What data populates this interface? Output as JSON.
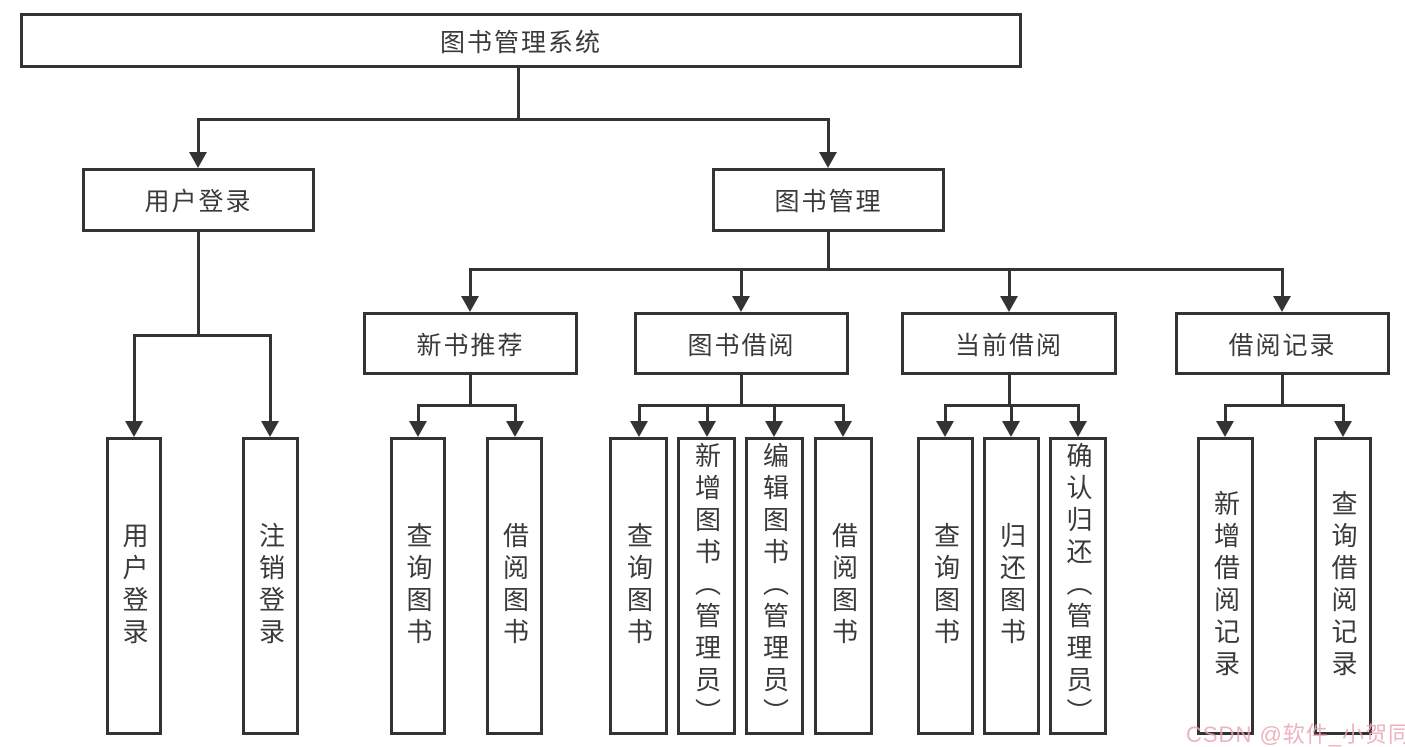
{
  "diagram": {
    "type": "hierarchy-diagram",
    "nodes": {
      "root": "图书管理系统",
      "user_login": "用户登录",
      "book_management": "图书管理",
      "new_book_recommend": "新书推荐",
      "book_borrow": "图书借阅",
      "current_borrow": "当前借阅",
      "borrow_record": "借阅记录",
      "leaf_user_login": "用户登录",
      "leaf_logout": "注销登录",
      "leaf_query_book_a": "查询图书",
      "leaf_borrow_book_a": "借阅图书",
      "leaf_query_book_b": "查询图书",
      "leaf_add_book_admin": "新增图书（管理员）",
      "leaf_edit_book_admin": "编辑图书（管理员）",
      "leaf_borrow_book_b": "借阅图书",
      "leaf_query_book_c": "查询图书",
      "leaf_return_book": "归还图书",
      "leaf_confirm_return_admin": "确认归还（管理员）",
      "leaf_add_borrow_record": "新增借阅记录",
      "leaf_query_borrow_record": "查询借阅记录"
    },
    "hierarchy": {
      "图书管理系统": [
        "用户登录",
        "图书管理"
      ],
      "用户登录": [
        "用户登录",
        "注销登录"
      ],
      "图书管理": [
        "新书推荐",
        "图书借阅",
        "当前借阅",
        "借阅记录"
      ],
      "新书推荐": [
        "查询图书",
        "借阅图书"
      ],
      "图书借阅": [
        "查询图书",
        "新增图书（管理员）",
        "编辑图书（管理员）",
        "借阅图书"
      ],
      "当前借阅": [
        "查询图书",
        "归还图书",
        "确认归还（管理员）"
      ],
      "借阅记录": [
        "新增借阅记录",
        "查询借阅记录"
      ]
    },
    "colors": {
      "border": "#333333",
      "line": "#333333",
      "text": "#3a3a3a",
      "background": "#ffffff",
      "watermark": "#ebA6b2"
    }
  },
  "watermark": {
    "text": "CSDN @软件_小贺同学"
  }
}
